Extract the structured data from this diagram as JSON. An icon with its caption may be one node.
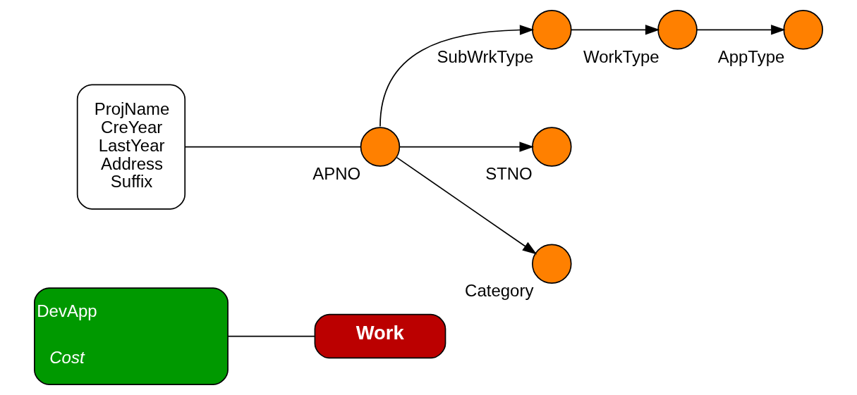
{
  "diagram": {
    "nodes": [
      {
        "text": [
          "DevApp",
          "Cost"
        ]
      },
      {
        "text": [
          "Work"
        ]
      },
      {
        "text": [
          "ProjName CreYear LastYear Address Suffix"
        ]
      },
      {
        "text": [],
        "shape": "circle",
        "beside": [
          "APNO"
        ]
      },
      {
        "text": [],
        "shape": "circle",
        "beside": [
          "SubWrkType"
        ]
      },
      {
        "text": [],
        "shape": "circle",
        "beside": [
          "WorkType"
        ]
      },
      {
        "text": [],
        "shape": "circle",
        "beside": [
          "AppType"
        ]
      },
      {
        "text": [],
        "shape": "circle",
        "beside": [
          "STNO"
        ]
      },
      {
        "text": [],
        "shape": "circle",
        "beside": [
          "Category"
        ]
      }
    ],
    "edges": [
      {
        "from": 0,
        "to": 1,
        "arrow": "none"
      },
      {
        "from": 2,
        "to": 3,
        "arrow": "none"
      },
      {
        "from": 3,
        "to": 4,
        "arrow": "to"
      },
      {
        "from": 4,
        "to": 5,
        "arrow": "to"
      },
      {
        "from": 5,
        "to": 6,
        "arrow": "to"
      },
      {
        "from": 3,
        "to": 7,
        "arrow": "to"
      },
      {
        "from": 3,
        "to": 8,
        "arrow": "to"
      }
    ]
  }
}
